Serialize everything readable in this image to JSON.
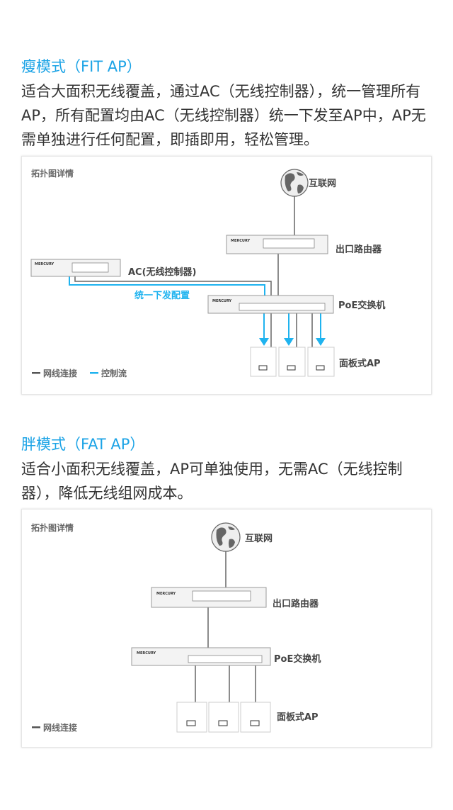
{
  "fit": {
    "title": "瘦模式（FIT AP）",
    "desc": "适合大面积无线覆盖，通过AC（无线控制器），统一管理所有AP，所有配置均由AC（无线控制器）统一下发至AP中，AP无需单独进行任何配置，即插即用，轻松管理。",
    "diagram": {
      "caption": "拓扑图详情",
      "internet": "互联网",
      "router": "出口路由器",
      "ac": "AC(无线控制器)",
      "config": "统一下发配置",
      "switch": "PoE交换机",
      "ap": "面板式AP",
      "brand": "MERCURY",
      "legend_cable": "网线连接",
      "legend_control": "控制流"
    }
  },
  "fat": {
    "title": "胖模式（FAT AP）",
    "desc": "适合小面积无线覆盖，AP可单独使用，无需AC（无线控制器），降低无线组网成本。",
    "diagram": {
      "caption": "拓扑图详情",
      "internet": "互联网",
      "router": "出口路由器",
      "switch": "PoE交换机",
      "ap": "面板式AP",
      "brand": "MERCURY",
      "legend_cable": "网线连接"
    }
  },
  "colors": {
    "accent": "#1ba3e6",
    "control_flow": "#1fb3ef",
    "cable": "#666666"
  }
}
